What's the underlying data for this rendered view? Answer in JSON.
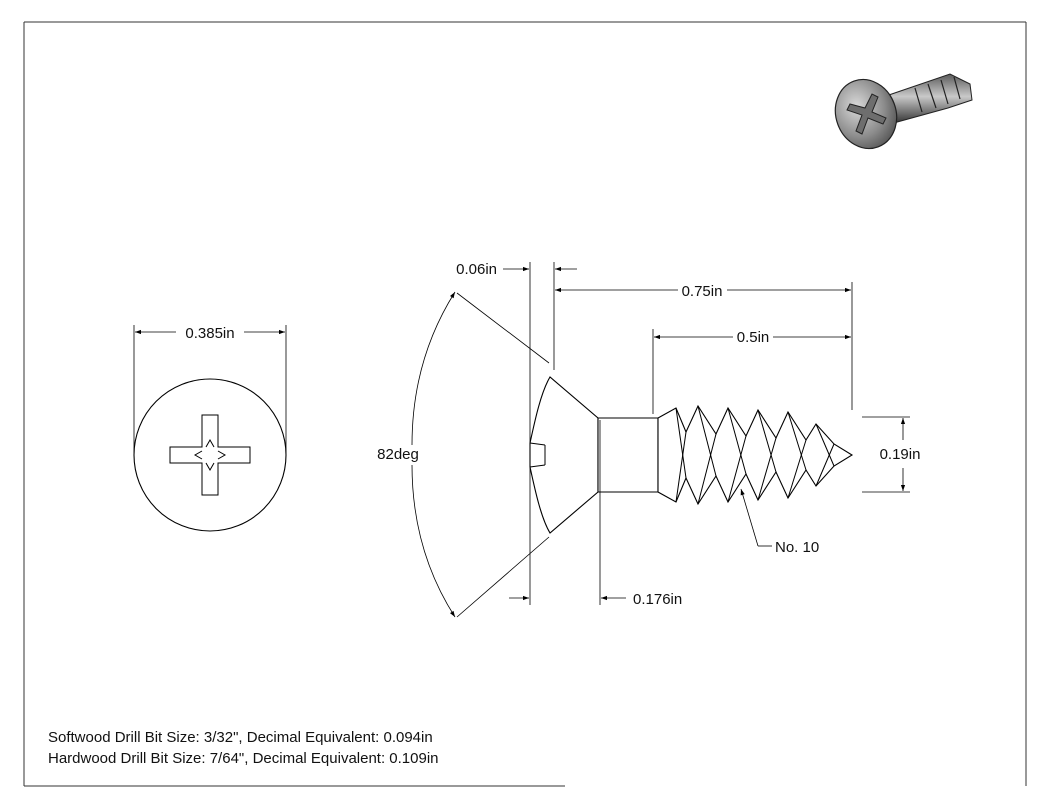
{
  "dimensions": {
    "head_diameter": "0.385in",
    "head_height": "0.06in",
    "overall_length": "0.75in",
    "thread_length": "0.5in",
    "countersink_angle": "82deg",
    "shank_diameter": "0.19in",
    "screw_size": "No. 10",
    "unthreaded_length": "0.176in"
  },
  "notes": {
    "softwood": "Softwood Drill Bit Size: 3/32\", Decimal Equivalent: 0.094in",
    "hardwood": "Hardwood Drill Bit Size: 7/64\", Decimal Equivalent: 0.109in"
  }
}
